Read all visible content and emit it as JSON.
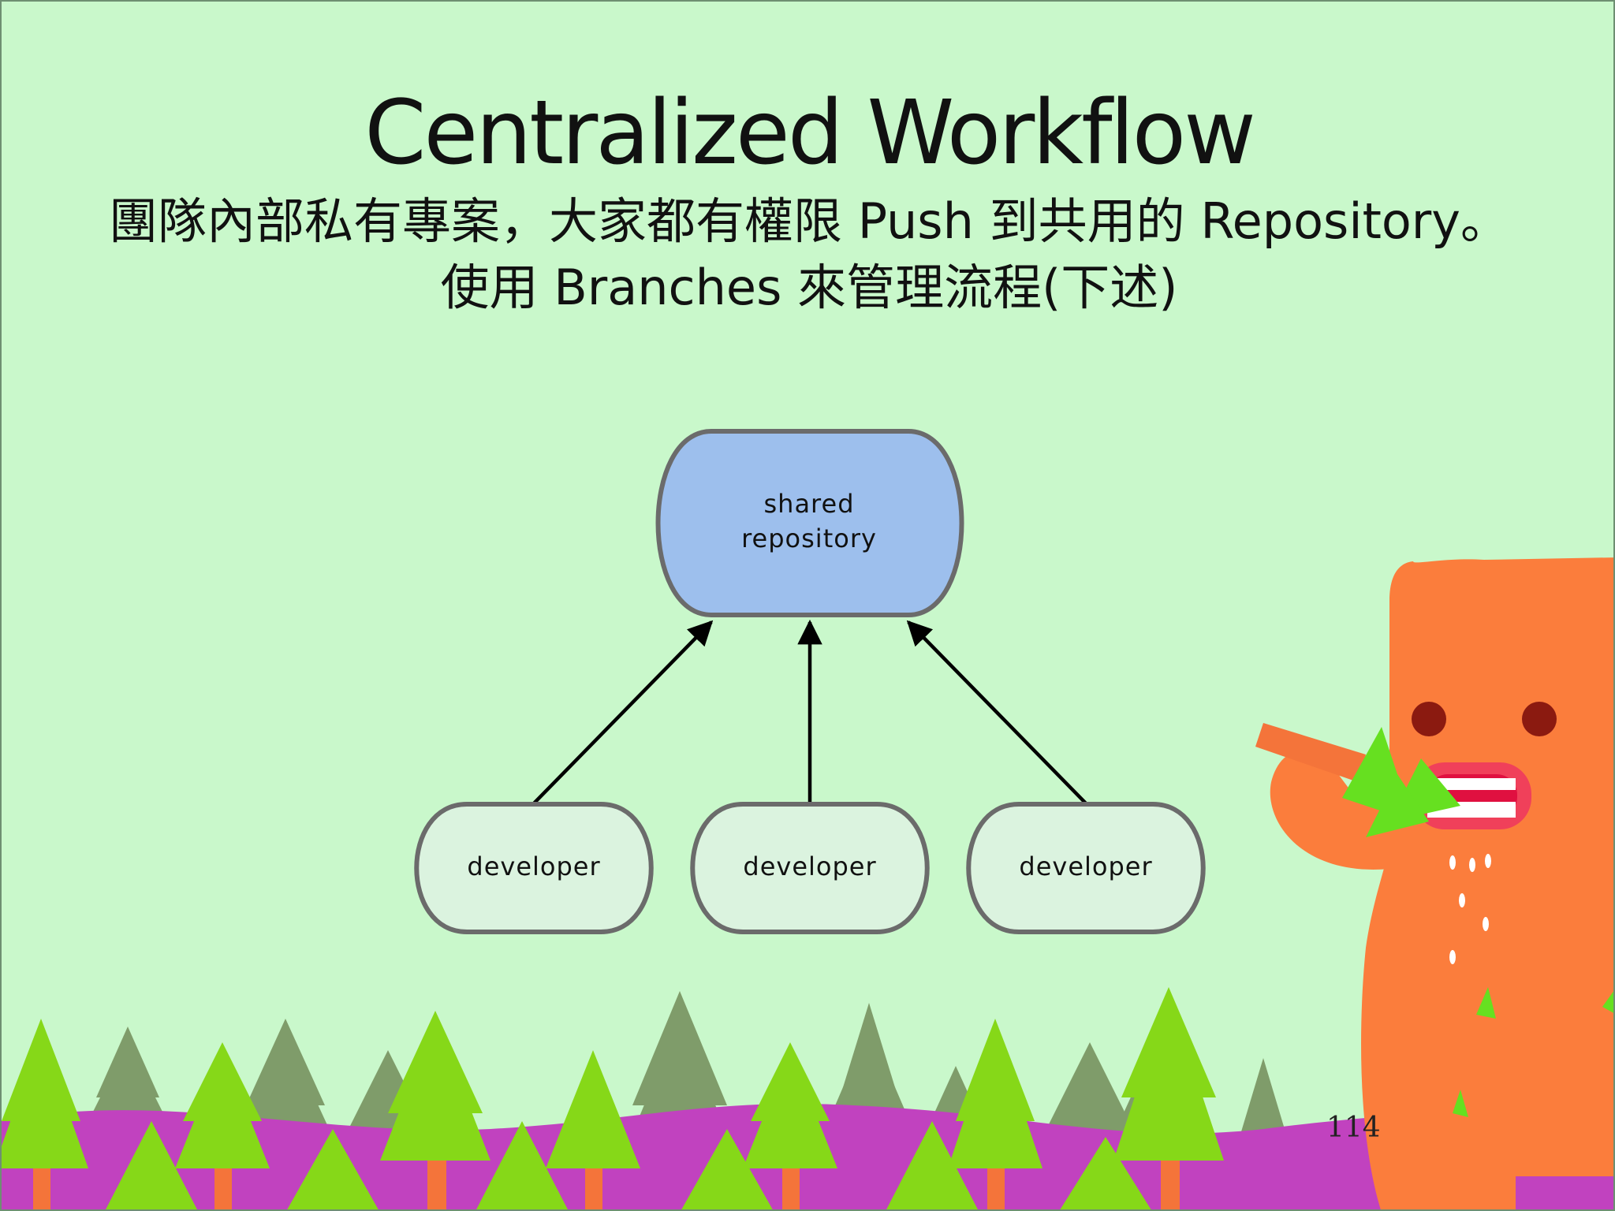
{
  "slide": {
    "title": "Centralized Workflow",
    "subtitle_line1": "團隊內部私有專案，大家都有權限 Push 到共用的 Repository。",
    "subtitle_line2": "使用 Branches 來管理流程(下述)",
    "page_number": "114"
  },
  "diagram": {
    "nodes": [
      {
        "id": "shared",
        "lines": [
          "shared",
          "repository"
        ],
        "fill": "#9dbfed"
      },
      {
        "id": "dev1",
        "label": "developer",
        "fill": "#dbf3df"
      },
      {
        "id": "dev2",
        "label": "developer",
        "fill": "#dbf3df"
      },
      {
        "id": "dev3",
        "label": "developer",
        "fill": "#dbf3df"
      }
    ],
    "edges": [
      {
        "from": "dev1",
        "to": "shared"
      },
      {
        "from": "dev2",
        "to": "shared"
      },
      {
        "from": "dev3",
        "to": "shared"
      }
    ]
  },
  "colors": {
    "background": "#c9f8cb",
    "node_border": "#6b6b6b",
    "hill": "#c13fc0",
    "tree_light": "#86d818",
    "tree_dark": "#7e9a68",
    "trunk": "#f4743a",
    "monster": "#fb7d3c"
  }
}
